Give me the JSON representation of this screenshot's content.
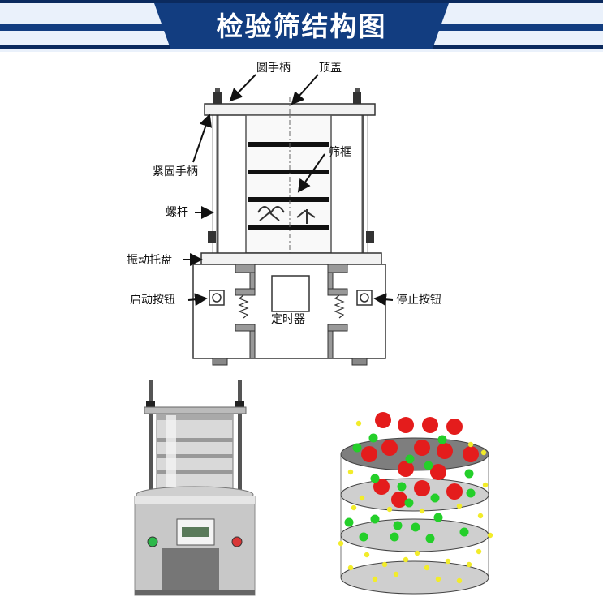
{
  "title": "检验筛结构图",
  "colors": {
    "banner": "#123d80",
    "banner_dark": "#0b2a5e",
    "particle_large": "#e41c1c",
    "particle_medium": "#24cf2a",
    "particle_small": "#f2ec2a",
    "disc": "#cfcfcf"
  },
  "labels": {
    "round_handle": "圆手柄",
    "top_cover": "顶盖",
    "sieve_frame": "筛框",
    "tightening_handle": "紧固手柄",
    "screw_rod": "螺杆",
    "vibration_tray": "振动托盘",
    "start_button": "启动按钮",
    "stop_button": "停止按钮",
    "timer": "定时器"
  },
  "photo": {
    "device": "sieve-shaker-photo",
    "illustration": "particle-separation-illustration"
  }
}
